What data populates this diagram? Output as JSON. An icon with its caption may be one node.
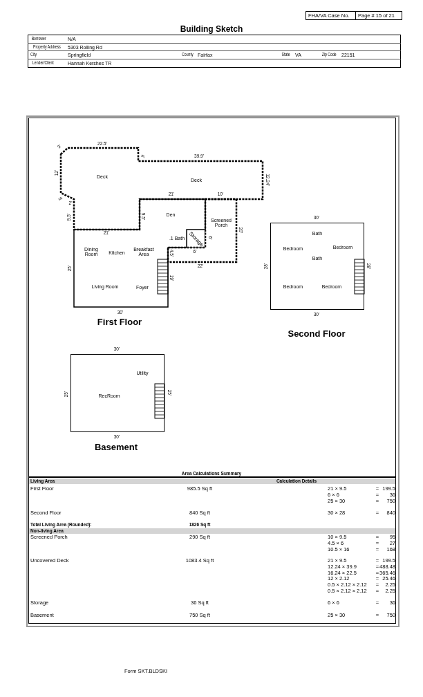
{
  "diagram": {
    "title": "Building Sketch",
    "nodes": [
      {
        "text": [
          "Deck",
          "Deck"
        ]
      },
      {
        "text": [
          "Den",
          ".1 Bath",
          "Dining Room",
          "Kitchen",
          "Breakfast Area",
          "Living Room",
          "Foyer",
          "First Floor"
        ]
      },
      {
        "text": [
          "Screened Porch"
        ]
      },
      {
        "text": [
          "Storage"
        ]
      },
      {
        "text": [
          "Bath",
          "Bedroom",
          "Bedroom",
          "Bath",
          "Bedroom",
          "Bedroom",
          "Second Floor"
        ]
      },
      {
        "text": [
          "Utility",
          "RecRoom",
          "Basement"
        ]
      }
    ],
    "labels": [
      "FHA/VA Case No.",
      "Page # 15 of 21",
      "Borrower",
      "N/A",
      "Property Address",
      "5303 Rolling Rd",
      "City",
      "Springfield",
      "County",
      "Fairfax",
      "State",
      "VA",
      "Zip Code",
      "22151",
      "Lender/Client",
      "Hannah Kershes TR",
      "3'",
      "22.5'",
      "4'",
      "39.9'",
      "12'",
      "12.24'",
      "3'",
      "2'",
      "9.5'",
      "21'",
      "10'",
      "9.5'",
      "20'",
      "21'",
      "6'",
      "6'",
      "4.5'",
      "22'",
      "25'",
      "19'",
      "30'",
      "30'",
      "28'",
      "28'",
      "30'",
      "30'",
      "25'",
      "25'",
      "30'",
      "Area Calculations Summary",
      "Living Area",
      "Calculation Details",
      "First Floor",
      "985.5 Sq ft",
      "21 × 9.5",
      "=",
      "199.5",
      "6 × 6",
      "=",
      "36",
      "25 × 30",
      "=",
      "750",
      "Second Floor",
      "840 Sq ft",
      "30 × 28",
      "=",
      "840",
      "Total Living Area (Rounded):",
      "1826 Sq ft",
      "Non-living Area",
      "Screened Porch",
      "290 Sq ft",
      "10 × 9.5",
      "=",
      "95",
      "4.5 × 6",
      "=",
      "27",
      "10.5 × 16",
      "=",
      "168",
      "Uncovered Deck",
      "1083.4 Sq ft",
      "21 × 9.5",
      "=",
      "199.5",
      "12.24 × 39.9",
      "=",
      "488.48",
      "16.24 × 22.5",
      "=",
      "365.46",
      "12 × 2.12",
      "=",
      "25.46",
      "0.5 × 2.12 × 2.12",
      "=",
      "2.25",
      "0.5 × 2.12 × 2.12",
      "=",
      "2.25",
      "Storage",
      "36 Sq ft",
      "6 × 6",
      "=",
      "36",
      "Basement",
      "750 Sq ft",
      "25 × 30",
      "=",
      "750",
      "Form SKT.BLDSKI"
    ]
  }
}
